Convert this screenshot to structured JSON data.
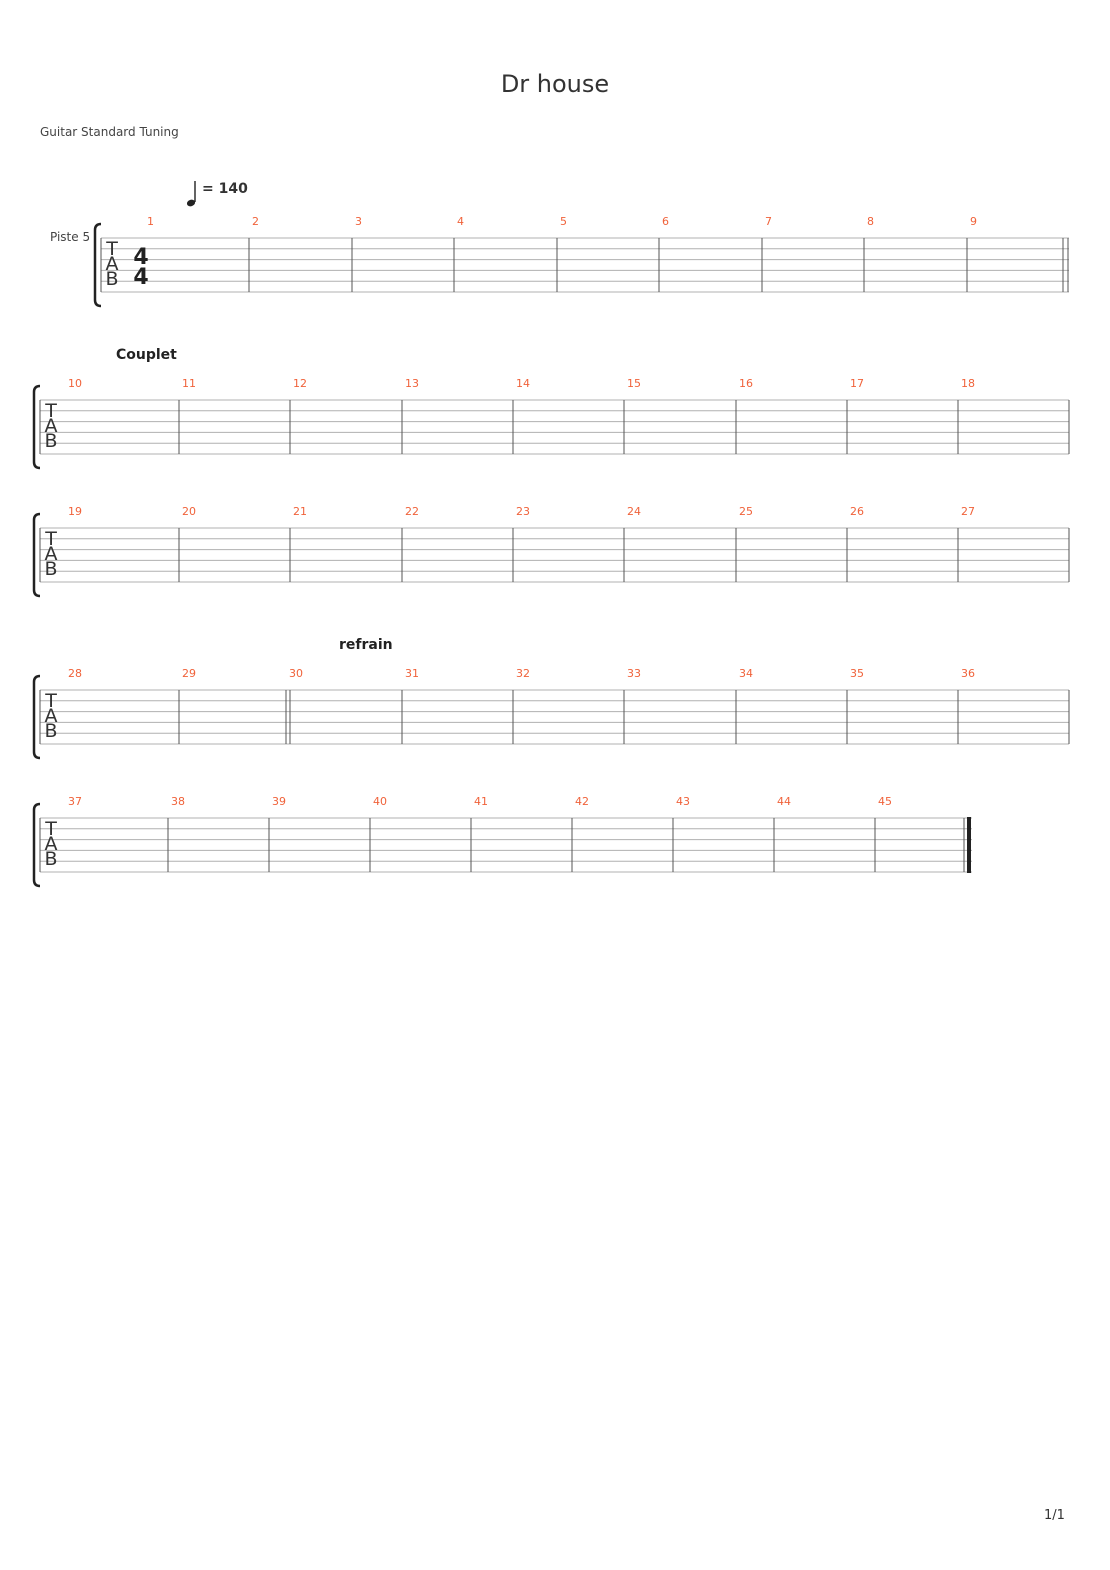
{
  "title": "Dr house",
  "tuning_label": "Guitar Standard Tuning",
  "tempo": {
    "value": "= 140",
    "note_icon": "quarter-note-icon"
  },
  "track_name": "Piste 5",
  "time_signature": {
    "numerator": "4",
    "denominator": "4"
  },
  "clef_letters": [
    "T",
    "A",
    "B"
  ],
  "colors": {
    "measure_number": "#f0623a",
    "staff_line": "#b0b0b0",
    "barline": "#555555",
    "text": "#333333"
  },
  "systems": [
    {
      "measures": [
        1,
        2,
        3,
        4,
        5,
        6,
        7,
        8,
        9
      ],
      "section": "",
      "ending": "double"
    },
    {
      "measures": [
        10,
        11,
        12,
        13,
        14,
        15,
        16,
        17,
        18
      ],
      "section": "Couplet",
      "ending": "single"
    },
    {
      "measures": [
        19,
        20,
        21,
        22,
        23,
        24,
        25,
        26,
        27
      ],
      "section": "",
      "ending": "single"
    },
    {
      "measures": [
        28,
        29,
        30,
        31,
        32,
        33,
        34,
        35,
        36
      ],
      "section": "refrain",
      "ending": "single",
      "double_bar_before_measure": 30
    },
    {
      "measures": [
        37,
        38,
        39,
        40,
        41,
        42,
        43,
        44,
        45
      ],
      "section": "",
      "ending": "final"
    }
  ],
  "page_number": "1/1"
}
